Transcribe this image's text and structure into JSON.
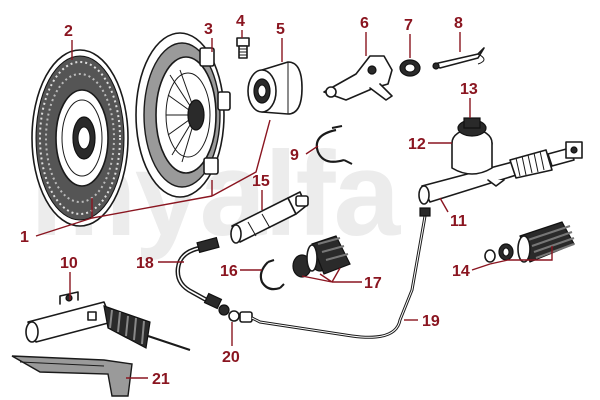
{
  "watermark": "myalfa",
  "callouts": [
    {
      "id": "1",
      "label": "1"
    },
    {
      "id": "2",
      "label": "2"
    },
    {
      "id": "3",
      "label": "3"
    },
    {
      "id": "4",
      "label": "4"
    },
    {
      "id": "5",
      "label": "5"
    },
    {
      "id": "6",
      "label": "6"
    },
    {
      "id": "7",
      "label": "7"
    },
    {
      "id": "8",
      "label": "8"
    },
    {
      "id": "9",
      "label": "9"
    },
    {
      "id": "10",
      "label": "10"
    },
    {
      "id": "11",
      "label": "11"
    },
    {
      "id": "12",
      "label": "12"
    },
    {
      "id": "13",
      "label": "13"
    },
    {
      "id": "14",
      "label": "14"
    },
    {
      "id": "15",
      "label": "15"
    },
    {
      "id": "16",
      "label": "16"
    },
    {
      "id": "17",
      "label": "17"
    },
    {
      "id": "18",
      "label": "18"
    },
    {
      "id": "19",
      "label": "19"
    },
    {
      "id": "20",
      "label": "20"
    },
    {
      "id": "21",
      "label": "21"
    }
  ],
  "colors": {
    "callout": "#8a1520",
    "line": "#1a1a1a",
    "watermark": "#ececec"
  }
}
